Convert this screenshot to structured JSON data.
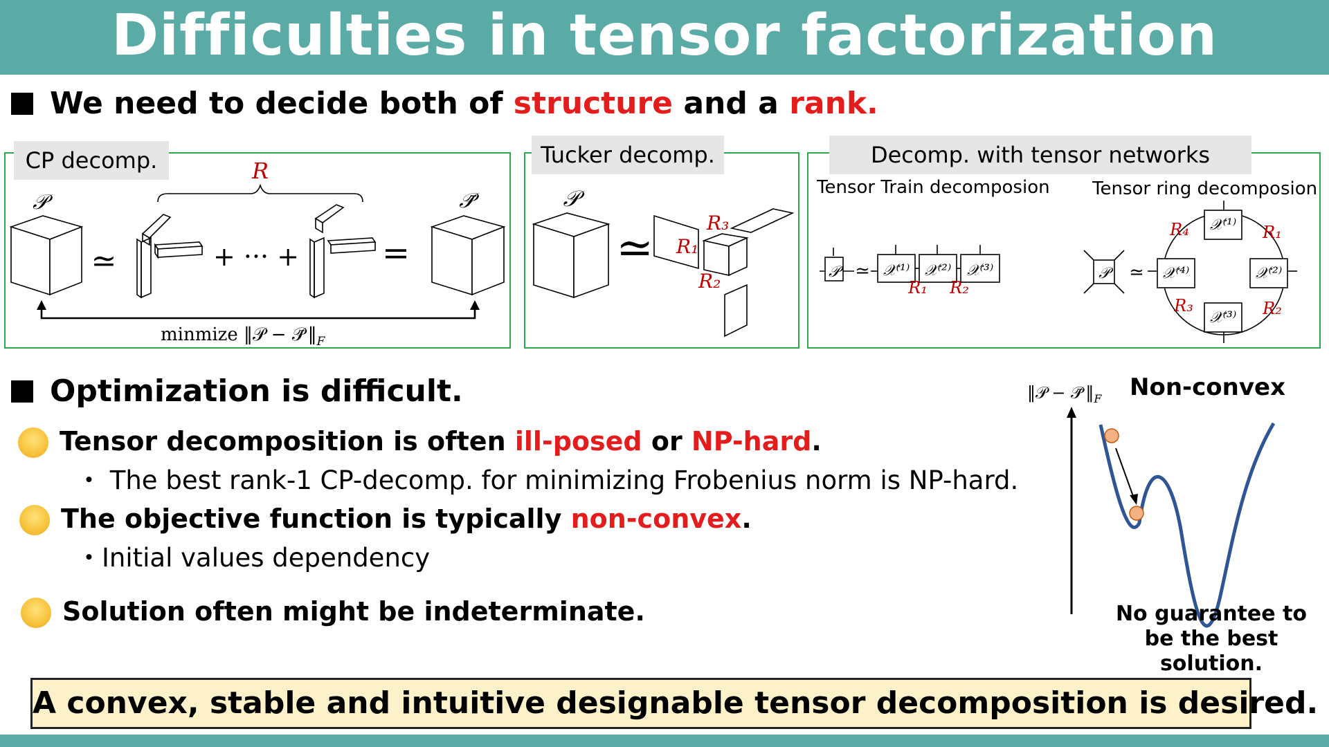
{
  "title": "Difficulties in tensor factorization",
  "section1": {
    "prefix": "We need to decide both of ",
    "structure": "structure",
    "middle": " and a ",
    "rank": "rank."
  },
  "panels": {
    "cp": {
      "tag": "CP decomp.",
      "r_label": "R",
      "p_label": "𝒫",
      "pbar_label": "𝒫̄",
      "approx": "≃",
      "plus_dots": "+ ··· +",
      "equals": "=",
      "objective_prefix": "minmize ‖𝒫",
      "objective_minus": "− 𝒫̄",
      "objective_norm": "‖",
      "objective_sub": "F"
    },
    "tucker": {
      "tag": "Tucker decomp.",
      "p_label": "𝒫",
      "approx": "≃",
      "r1": "R₁",
      "r2": "R₂",
      "r3": "R₃"
    },
    "tn": {
      "tag": "Decomp. with tensor networks",
      "tt_label": "Tensor Train decomposion",
      "tr_label": "Tensor ring decomposion",
      "tt": {
        "p": "𝒫",
        "approx": "≃",
        "x1": "𝒳⁽¹⁾",
        "x2": "𝒳⁽²⁾",
        "x3": "𝒳⁽³⁾",
        "r1": "R₁",
        "r2": "R₂"
      },
      "tr": {
        "p": "𝒫",
        "approx": "≃",
        "x1": "𝒳⁽¹⁾",
        "x2": "𝒳⁽²⁾",
        "x3": "𝒳⁽³⁾",
        "x4": "𝒳⁽⁴⁾",
        "r1": "R₁",
        "r2": "R₂",
        "r3": "R₃",
        "r4": "R₄"
      }
    }
  },
  "section2": {
    "heading": "Optimization is difficult."
  },
  "bullets": [
    {
      "icon": "sad-face-icon",
      "prefix": "Tensor decomposition is often ",
      "red1": "ill-posed",
      "mid": " or ",
      "red2": "NP-hard",
      "suffix": ".",
      "sub": "・ The best rank-1 CP-decomp. for minimizing Frobenius norm is NP-hard."
    },
    {
      "icon": "sad-face-icon",
      "prefix": "The objective function is typically ",
      "red1": "non-convex",
      "suffix": ".",
      "sub": "・Initial values dependency"
    },
    {
      "icon": "sad-face-icon",
      "prefix": "Solution often might be indeterminate."
    }
  ],
  "plot": {
    "ylabel_prefix": "‖𝒫",
    "ylabel_minus": "− 𝒫̄",
    "ylabel_norm": "‖",
    "ylabel_sub": "F",
    "title": "Non-convex",
    "caption_line1": "No guarantee to",
    "caption_line2": "be the best solution.",
    "curve_color": "#2f5597",
    "ball_color": "#f4b183"
  },
  "footer": "A convex, stable and intuitive designable tensor decomposition is desired.",
  "colors": {
    "accent": "#5aaaa6",
    "red": "#e51c1c",
    "panel_border": "#2aa84a",
    "footer_bg": "#fdf1c9",
    "math_red": "#c00000"
  }
}
